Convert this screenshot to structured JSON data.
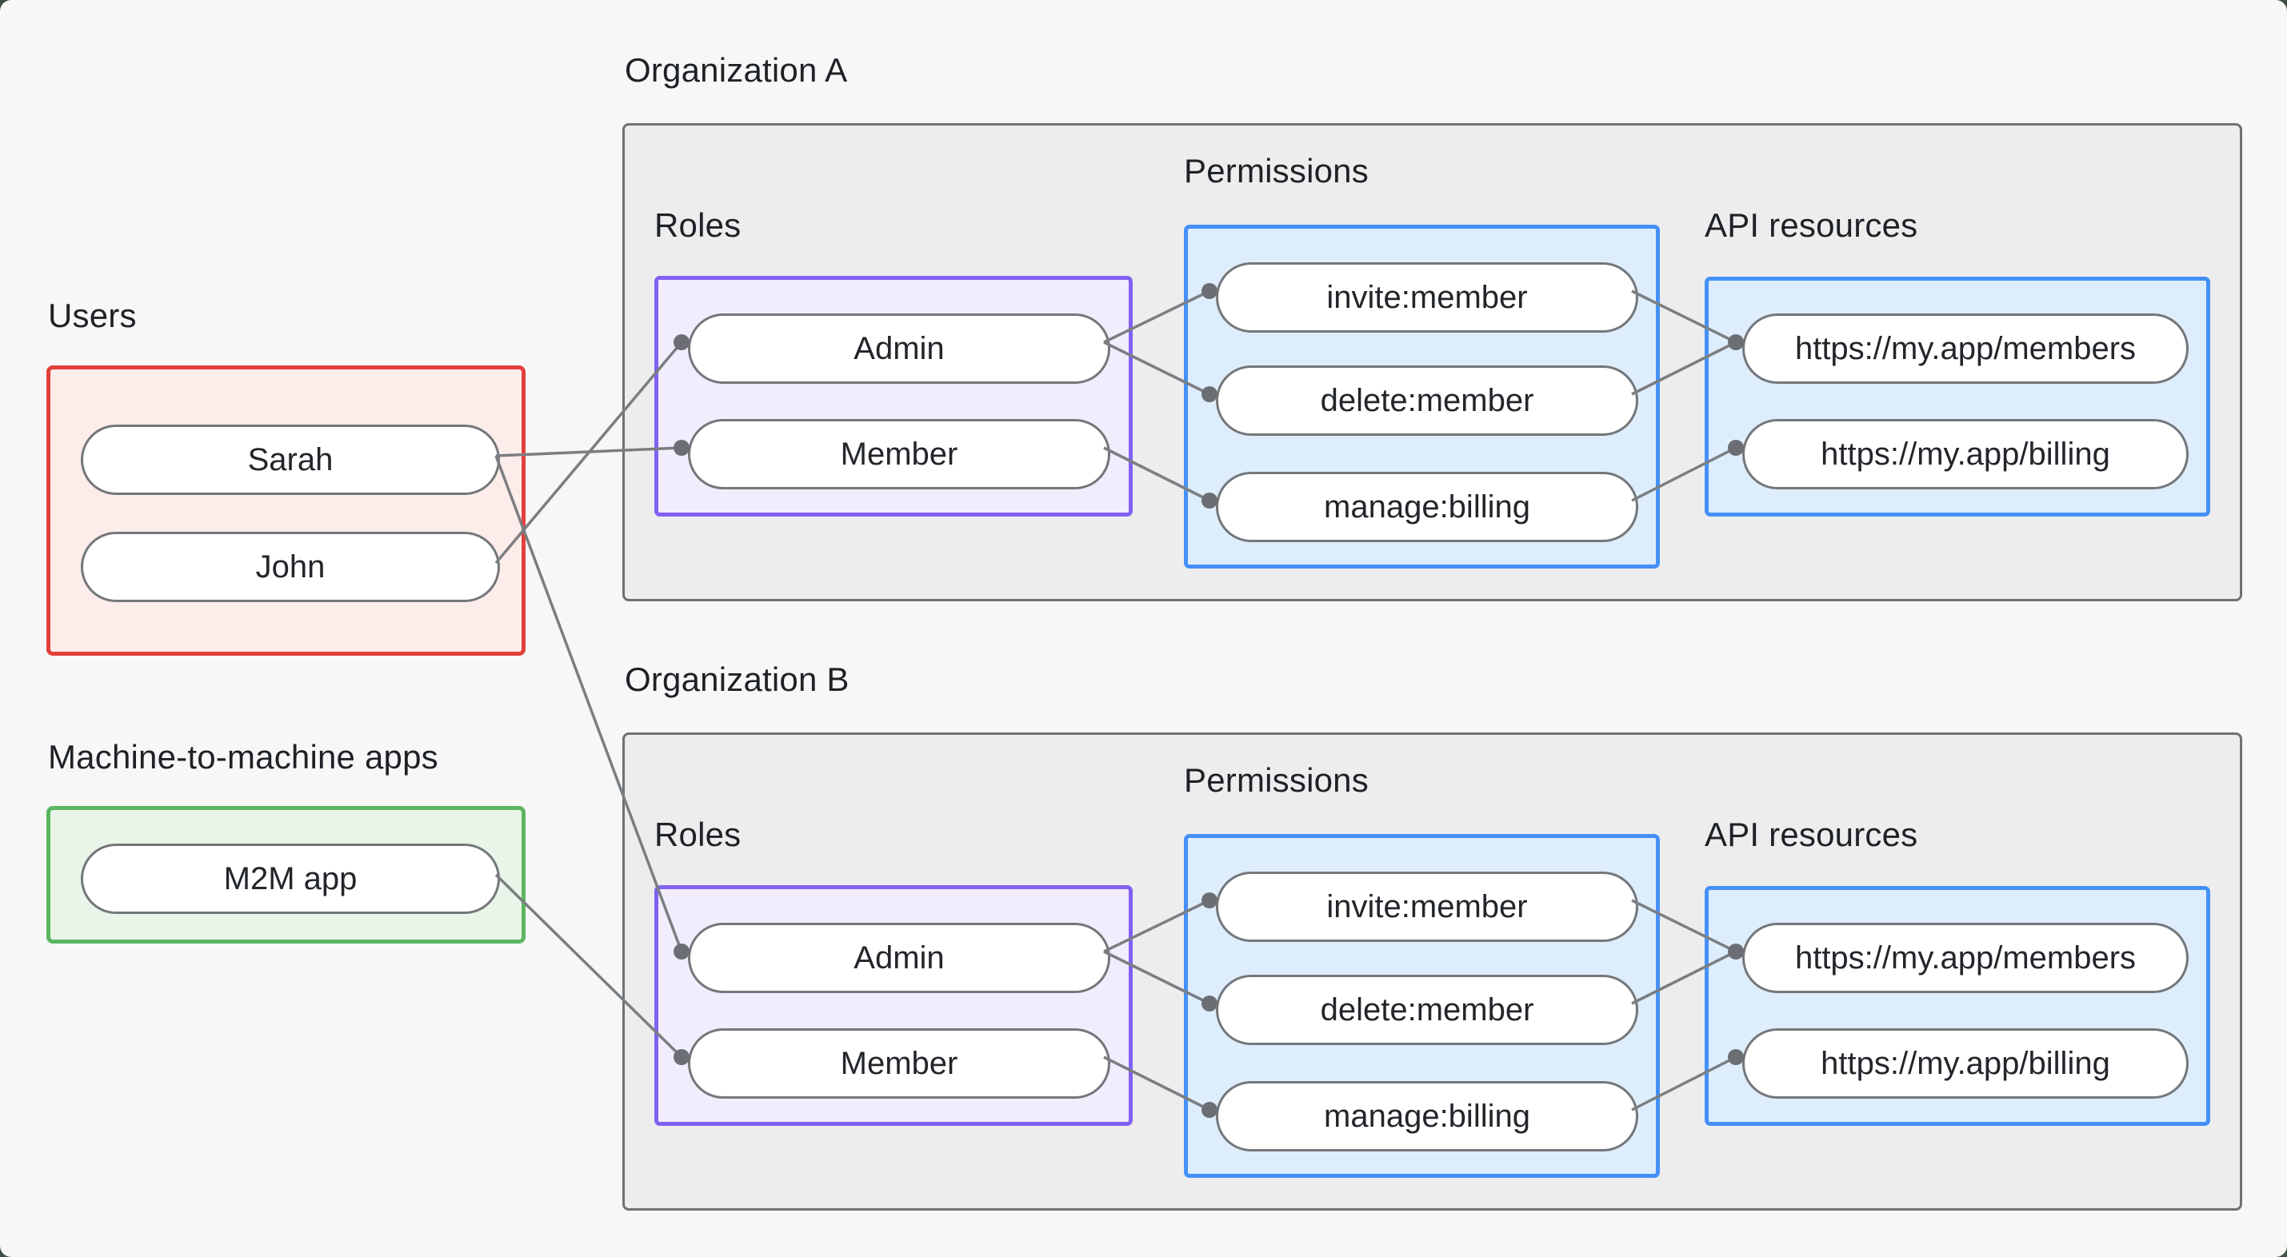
{
  "diagram": {
    "users": {
      "label": "Users",
      "items": [
        "Sarah",
        "John"
      ]
    },
    "m2m": {
      "label": "Machine-to-machine apps",
      "items": [
        "M2M app"
      ]
    },
    "orgs": [
      {
        "title": "Organization A",
        "roles_label": "Roles",
        "permissions_label": "Permissions",
        "api_label": "API resources",
        "roles": [
          "Admin",
          "Member"
        ],
        "permissions": [
          "invite:member",
          "delete:member",
          "manage:billing"
        ],
        "api_resources": [
          "https://my.app/members",
          "https://my.app/billing"
        ]
      },
      {
        "title": "Organization B",
        "roles_label": "Roles",
        "permissions_label": "Permissions",
        "api_label": "API resources",
        "roles": [
          "Admin",
          "Member"
        ],
        "permissions": [
          "invite:member",
          "delete:member",
          "manage:billing"
        ],
        "api_resources": [
          "https://my.app/members",
          "https://my.app/billing"
        ]
      }
    ],
    "connections": {
      "users_to_roles": [
        {
          "from": "Sarah",
          "org": "Organization A",
          "role": "Member"
        },
        {
          "from": "John",
          "org": "Organization A",
          "role": "Admin"
        },
        {
          "from": "Sarah",
          "org": "Organization B",
          "role": "Admin"
        },
        {
          "from": "M2M app",
          "org": "Organization B",
          "role": "Member"
        }
      ],
      "role_to_permissions": [
        {
          "role": "Admin",
          "permissions": [
            "invite:member",
            "delete:member"
          ]
        },
        {
          "role": "Member",
          "permissions": [
            "manage:billing"
          ]
        }
      ],
      "permission_to_api": [
        {
          "permission": "invite:member",
          "api": "https://my.app/members"
        },
        {
          "permission": "delete:member",
          "api": "https://my.app/members"
        },
        {
          "permission": "manage:billing",
          "api": "https://my.app/billing"
        }
      ]
    },
    "colors": {
      "background": "#f6f7f6",
      "users_border": "#e2403c",
      "users_fill": "#fcedeb",
      "m2m_border": "#5bb65f",
      "m2m_fill": "#e9f5e8",
      "roles_border": "#8161f2",
      "roles_fill": "#f2edfd",
      "permissions_border": "#4590f6",
      "permissions_fill": "#ddedfc",
      "org_fill": "#ededee",
      "org_border": "#6e7276",
      "node_fill": "#ffffff",
      "node_border": "#74777a",
      "connector": "#7b7e81",
      "connector_dot": "#6b6f73",
      "text": "#1e2227"
    }
  }
}
